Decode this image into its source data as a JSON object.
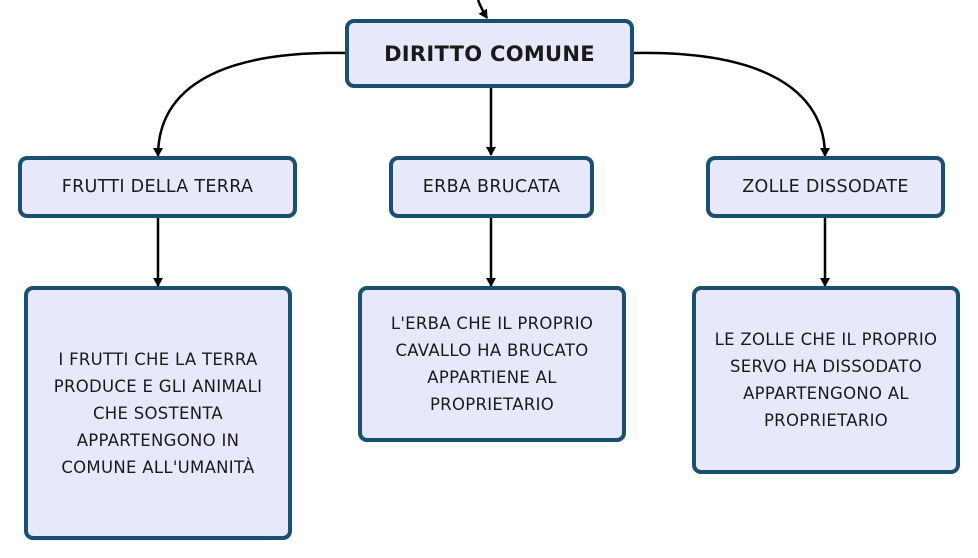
{
  "diagram": {
    "root": {
      "label": "DIRITTO COMUNE"
    },
    "branches": [
      {
        "category": "FRUTTI DELLA TERRA",
        "description_lines": [
          "I FRUTTI CHE LA TERRA",
          "PRODUCE E GLI ANIMALI",
          "CHE SOSTENTA",
          "APPARTENGONO IN",
          "COMUNE ALL'UMANITÀ"
        ]
      },
      {
        "category": "ERBA BRUCATA",
        "description_lines": [
          "L'ERBA CHE IL PROPRIO",
          "CAVALLO HA BRUCATO",
          "APPARTIENE AL",
          "PROPRIETARIO"
        ]
      },
      {
        "category": "ZOLLE DISSODATE",
        "description_lines": [
          "LE ZOLLE CHE IL PROPRIO",
          "SERVO HA DISSODATO",
          "APPARTENGONO AL",
          "PROPRIETARIO"
        ]
      }
    ]
  },
  "colors": {
    "node_fill": "#e8e8fb",
    "node_border": "#19506e",
    "connector": "#000000",
    "text": "#1a1a1a"
  }
}
